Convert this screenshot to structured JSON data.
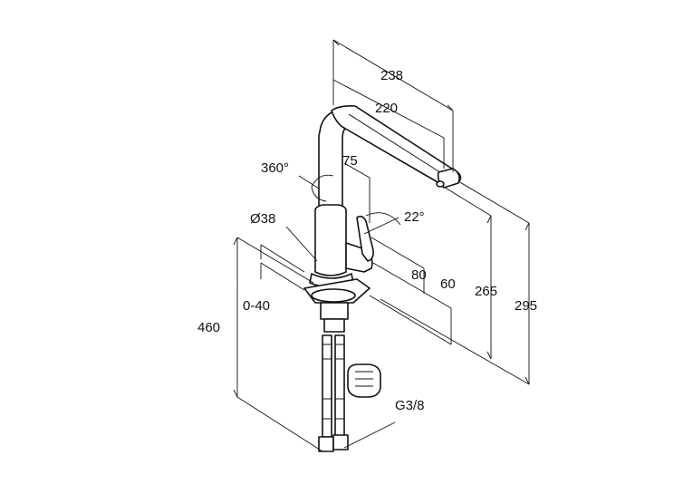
{
  "drawing": {
    "dimensions": {
      "width_238": "238",
      "width_220": "220",
      "height_295": "295",
      "height_265": "265",
      "height_80": "80",
      "height_60": "60",
      "depth_75": "75",
      "height_460": "460",
      "deck_0_40": "0-40",
      "diameter_38": "Ø38",
      "swivel_360": "360°",
      "lever_angle_22": "22°",
      "thread_g3_8": "G3/8"
    },
    "colors": {
      "line": "#111111",
      "background": "#ffffff"
    }
  }
}
